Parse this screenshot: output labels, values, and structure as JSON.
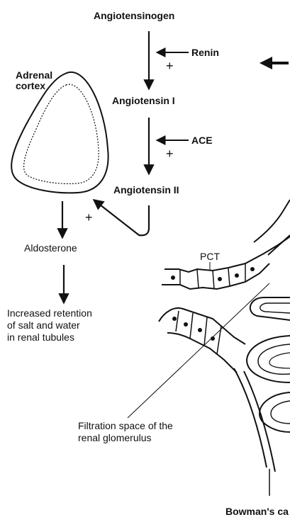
{
  "labels": {
    "angiotensinogen": "Angiotensinogen",
    "renin": "Renin",
    "angiotensin_i": "Angiotensin I",
    "ace": "ACE",
    "angiotensin_ii": "Angiotensin II",
    "adrenal_cortex_line1": "Adrenal",
    "adrenal_cortex_line2": "cortex",
    "aldosterone": "Aldosterone",
    "retention_line1": "Increased retention",
    "retention_line2": "of salt and water",
    "retention_line3": "in renal tubules",
    "pct": "PCT",
    "filtration_line1": "Filtration space of the",
    "filtration_line2": "renal glomerulus",
    "bowmans": "Bowman's ca"
  },
  "signs": {
    "renin_plus": "+",
    "ace_plus": "+",
    "feedback_plus": "+"
  },
  "colors": {
    "ink": "#111111",
    "background": "#ffffff"
  }
}
